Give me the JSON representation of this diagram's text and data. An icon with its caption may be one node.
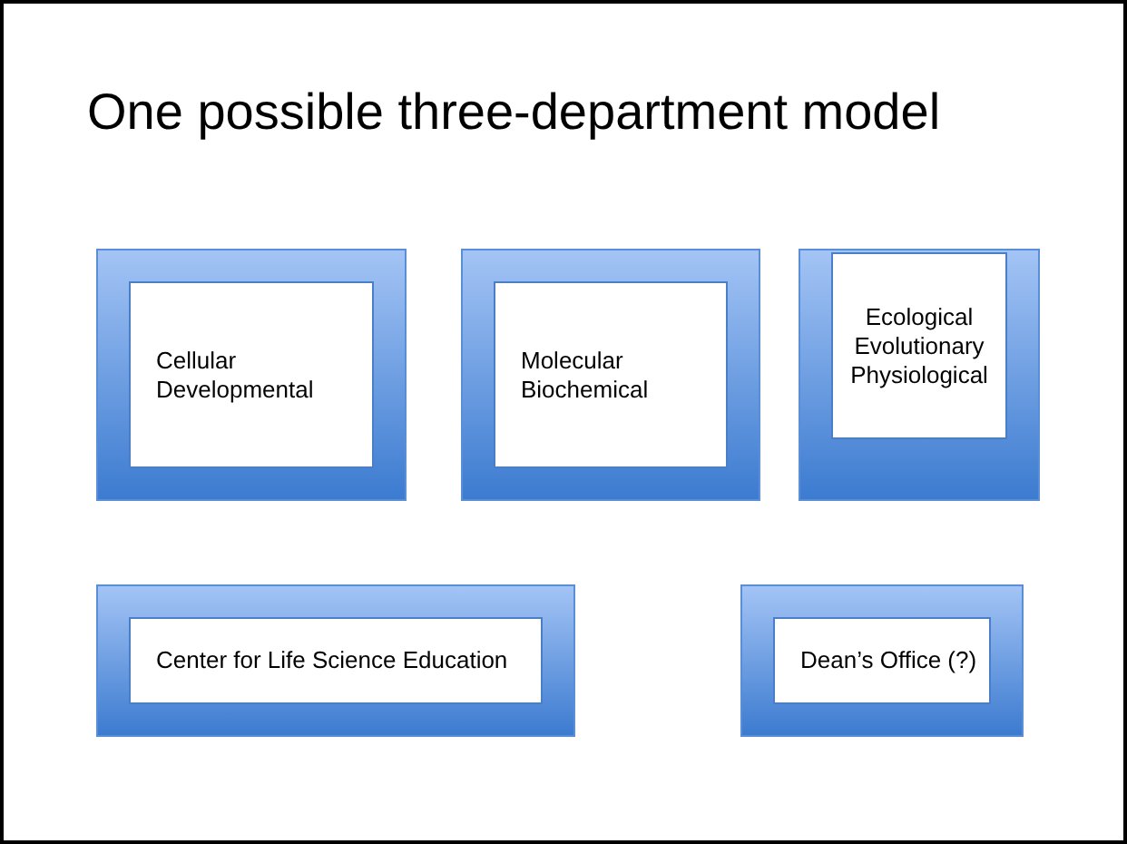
{
  "diagram": {
    "title": "One possible three-department model",
    "nodes": [
      {
        "text": [
          "Cellular",
          "Developmental"
        ]
      },
      {
        "text": [
          "Molecular",
          "Biochemical"
        ]
      },
      {
        "text": [
          "Ecological",
          "Evolutionary",
          "Physiological"
        ]
      },
      {
        "text": [
          "Center for Life Science Education"
        ]
      },
      {
        "text": [
          "Dean’s Office (?)"
        ]
      }
    ]
  }
}
